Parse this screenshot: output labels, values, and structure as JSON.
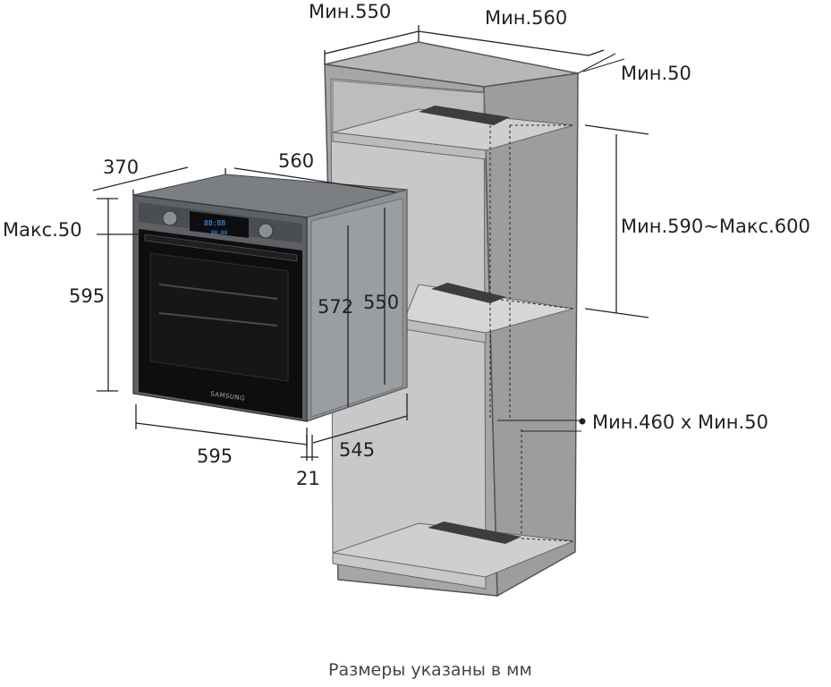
{
  "diagram": {
    "brand": "SAMSUNG",
    "display": {
      "line1": "88:88",
      "line2": "88:88"
    },
    "cabinet": {
      "width_label": "Мин.560",
      "depth_label": "Мин.550",
      "back_gap_label": "Мин.50",
      "niche_label": "Мин.590~Макс.600",
      "vent_label": "Мин.460 x Мин.50"
    },
    "oven": {
      "depth_label": "370",
      "width_top_label": "560",
      "max_label": "Макс.50",
      "height_label": "595",
      "body_height_label": "572",
      "niche_height_label": "550",
      "width_bottom_label": "595",
      "depth_bottom_label": "545",
      "door_label": "21"
    },
    "caption": "Размеры указаны в мм"
  },
  "colors": {
    "cabinet_fill": "#a5a5a5",
    "cabinet_inner": "#c9c9c9",
    "oven_body": "#5b5e63",
    "oven_glass": "#0c0c0c",
    "outline": "#555555"
  }
}
